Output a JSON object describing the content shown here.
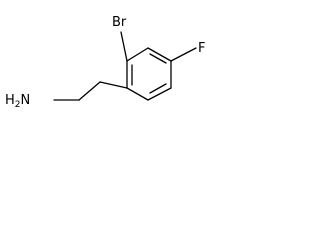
{
  "molecule": {
    "atoms": {
      "bromine": "Br",
      "fluorine": "F",
      "hydrazine_n": "H",
      "hydrazine_subscript": "2",
      "hydrazine_tail": "N"
    }
  }
}
